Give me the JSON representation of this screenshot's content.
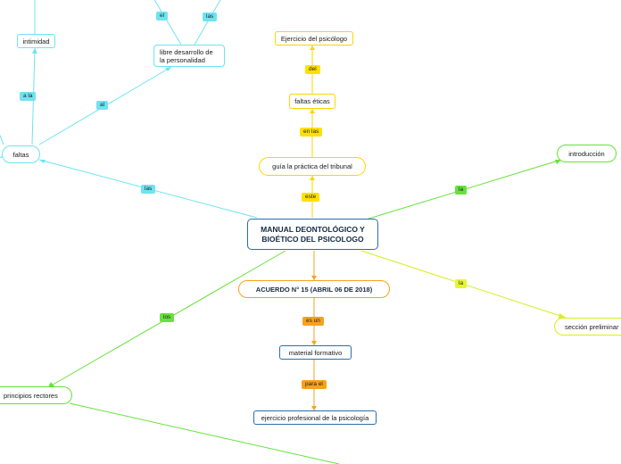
{
  "colors": {
    "cyan": "#6fe3f0",
    "yellow": "#ffe000",
    "green": "#66e23a",
    "orange": "#f7a21d",
    "blue": "#2b6ea8"
  },
  "nodes": {
    "main": "MANUAL DEONTOLÓGICO Y BIOÉTICO DEL PSICOLOGO",
    "faltas": "faltas",
    "intimidad": "intimidad",
    "libre_desarrollo": "libre desarrollo de la personalidad",
    "ejercicio_psicologo": "Ejercicio del psicólogo",
    "faltas_eticas": "faltas éticas",
    "guia_tribunal": "guía la práctica del tribunal",
    "introduccion": "introducción",
    "seccion_preliminar": "sección preliminar",
    "acuerdo": "ACUERDO N° 15 (ABRIL 06 DE 2018)",
    "material_formativo": "material formativo",
    "ejercicio_profesional": "ejercicio profesional de la psicología",
    "principios_rectores": "principios rectores"
  },
  "links": {
    "las_main_faltas": "las",
    "al": "al",
    "a_la": "a la",
    "el": "el",
    "las_top": "las",
    "este": "este",
    "en_las": "en las",
    "del": "del",
    "la_intro": "la",
    "la_seccion": "la",
    "es_un": "es un",
    "para_el": "para el",
    "los": "los"
  }
}
